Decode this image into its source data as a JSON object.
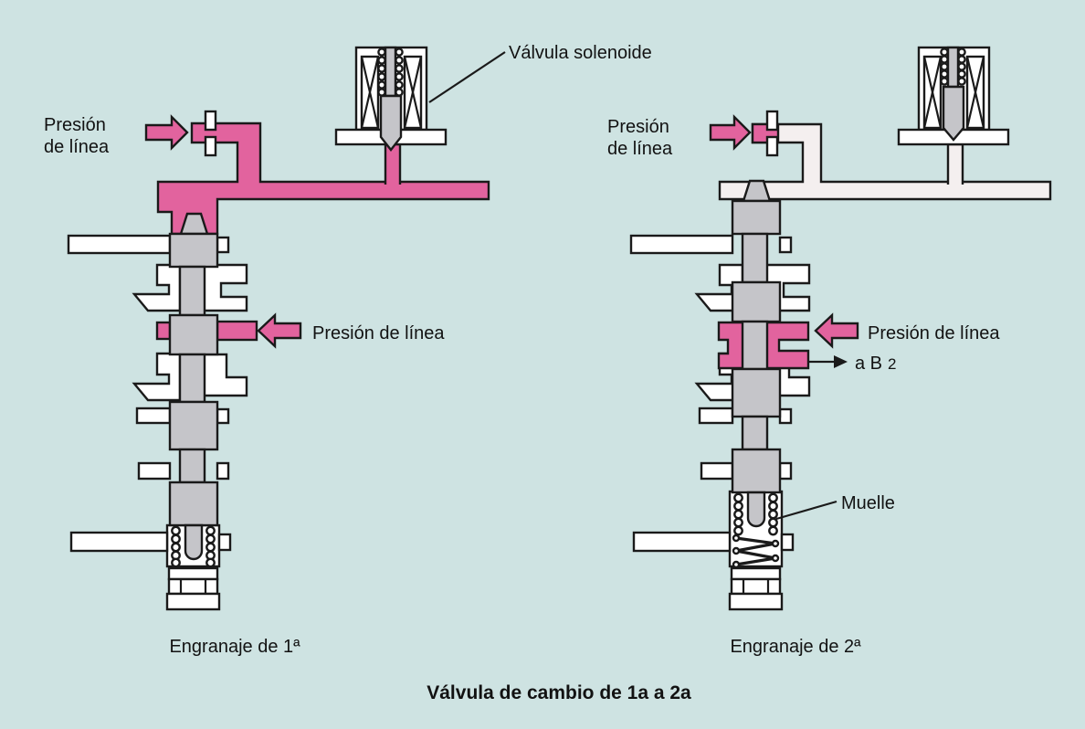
{
  "title": "Válvula de cambio de 1a a 2a",
  "left": {
    "caption": "Engranaje de 1ª",
    "inlet_line1": "Presión",
    "inlet_line2": "de línea",
    "solenoid": "Válvula solenoide",
    "mid_pressure": "Presión de línea"
  },
  "right": {
    "caption": "Engranaje de 2ª",
    "inlet_line1": "Presión",
    "inlet_line2": "de línea",
    "mid_pressure": "Presión de línea",
    "b2_prefix": "a B",
    "b2_sub": "2",
    "spring": "Muelle"
  },
  "icons": {
    "pressure_arrow": "flow-direction-arrow",
    "b2_arrow": "to-b2-arrow",
    "orifice": "orifice-restriction-symbol"
  },
  "colors": {
    "background": "#cee3e2",
    "pressure_pink": "#e2639e",
    "low_pressure": "#f4efef",
    "spool_gray": "#c5c5c9",
    "outline": "#1a1a1a"
  }
}
